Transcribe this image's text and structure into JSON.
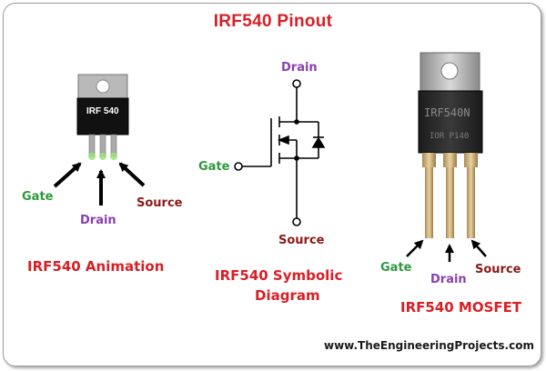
{
  "title": "IRF540 Pinout",
  "animation": {
    "chip_label": "IRF 540",
    "gate": "Gate",
    "drain": "Drain",
    "source": "Source",
    "caption": "IRF540 Animation",
    "colors": {
      "gate": "#2e9a3e",
      "drain": "#8a3fb0",
      "source": "#8b1a1a"
    }
  },
  "symbol": {
    "drain": "Drain",
    "gate": "Gate",
    "source": "Source",
    "caption_line1": "IRF540 Symbolic",
    "caption_line2": "Diagram"
  },
  "mosfet": {
    "chip_text_line1": "IRF540N",
    "chip_text_line2": "IOR P140",
    "gate": "Gate",
    "drain": "Drain",
    "source": "Source",
    "caption": "IRF540 MOSFET"
  },
  "website": "www.TheEngineeringProjects.com",
  "accent_color": "#d81f26"
}
